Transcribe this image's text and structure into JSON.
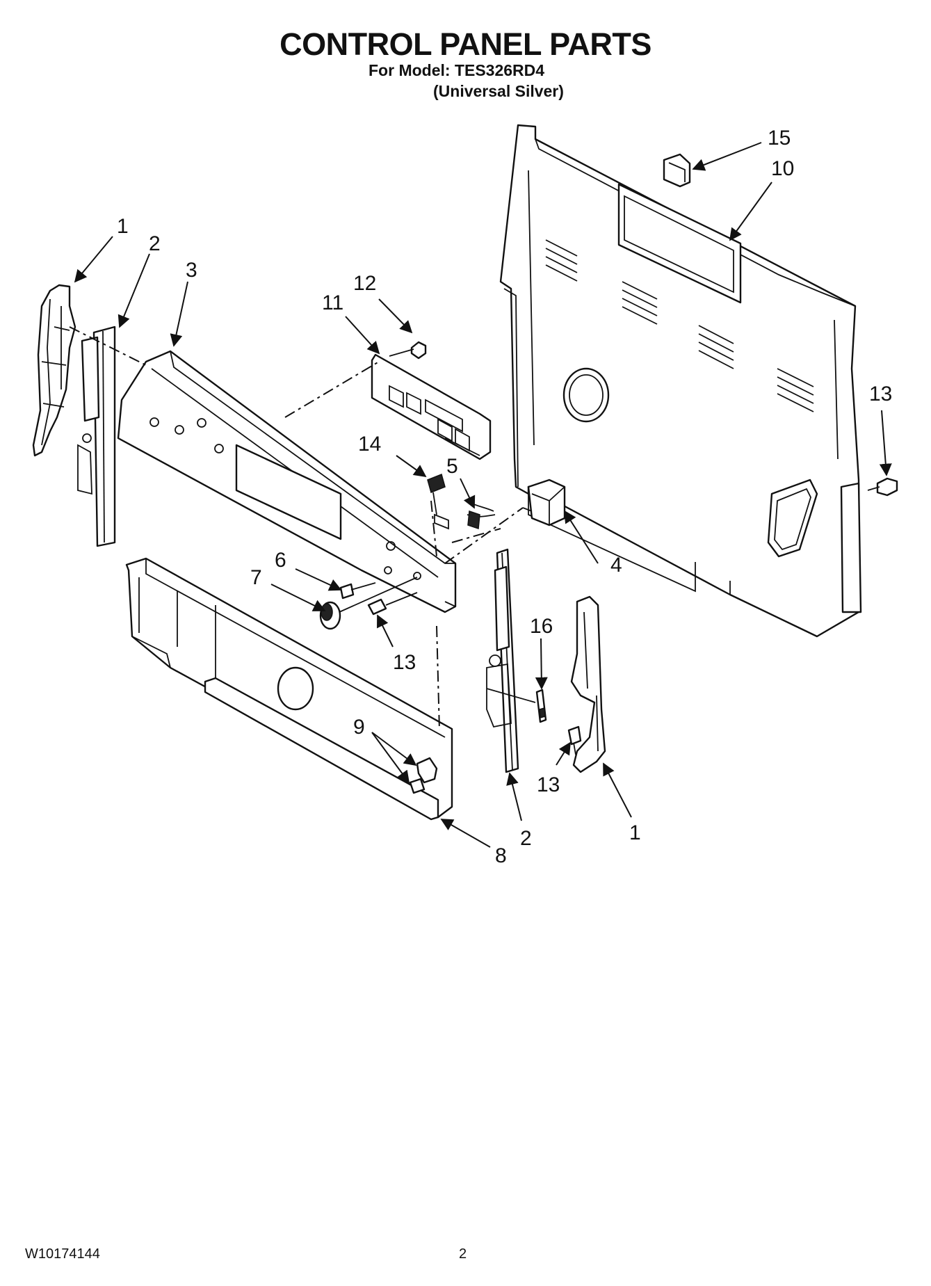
{
  "header": {
    "title": "CONTROL PANEL PARTS",
    "model_line": "For Model: TES326RD4",
    "variant_line": "(Universal Silver)"
  },
  "callouts": {
    "c1_left": "1",
    "c2_left": "2",
    "c3": "3",
    "c11": "11",
    "c12": "12",
    "c15": "15",
    "c10": "10",
    "c13_right": "13",
    "c14": "14",
    "c5": "5",
    "c4": "4",
    "c6": "6",
    "c7": "7",
    "c13_mid": "13",
    "c16": "16",
    "c9": "9",
    "c13_lower": "13",
    "c2_right": "2",
    "c1_right": "1",
    "c8": "8"
  },
  "footer": {
    "doc_number": "W10174144",
    "page_number": "2"
  }
}
